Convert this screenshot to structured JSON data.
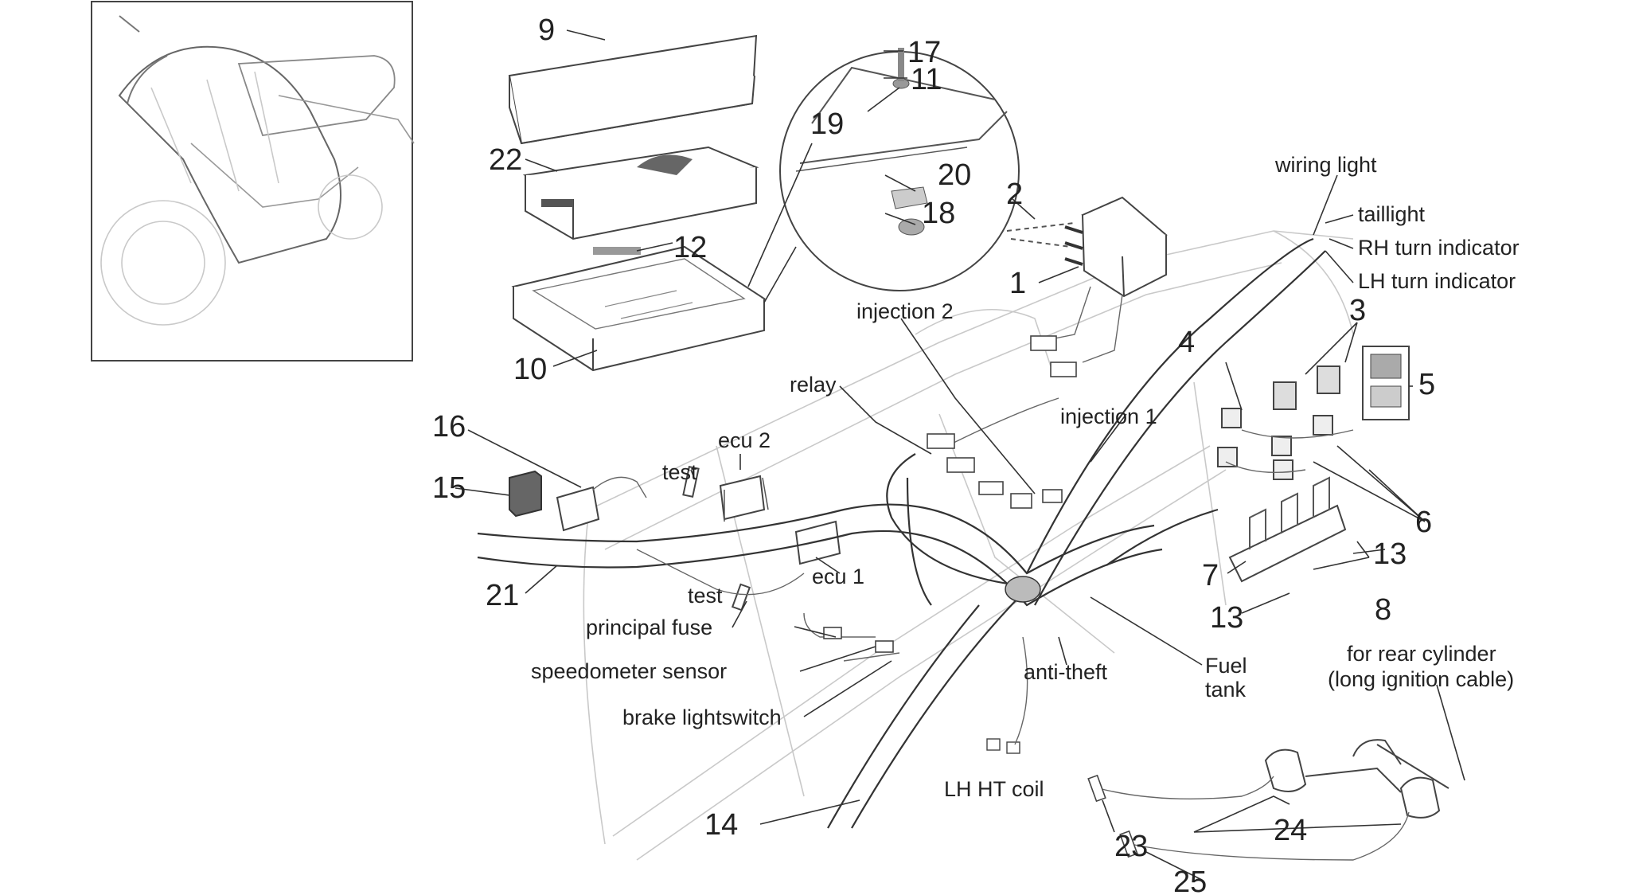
{
  "callouts": {
    "n1": "1",
    "n2": "2",
    "n3": "3",
    "n4": "4",
    "n5": "5",
    "n6": "6",
    "n7": "7",
    "n8": "8",
    "n9": "9",
    "n10": "10",
    "n11": "11",
    "n12": "12",
    "n13a": "13",
    "n13b": "13",
    "n14": "14",
    "n15": "15",
    "n16": "16",
    "n17": "17",
    "n18": "18",
    "n19": "19",
    "n20": "20",
    "n21": "21",
    "n22": "22",
    "n23": "23",
    "n24": "24",
    "n25": "25"
  },
  "labels": {
    "wiring_light": "wiring light",
    "taillight": "taillight",
    "rh_turn": "RH turn indicator",
    "lh_turn": "LH turn indicator",
    "injection2": "injection 2",
    "injection1": "injection 1",
    "relay": "relay",
    "ecu2": "ecu  2",
    "ecu1": "ecu 1",
    "test_top": "test",
    "test_bottom": "test",
    "principal_fuse": "principal fuse",
    "speedometer_sensor": "speedometer sensor",
    "brake_lightswitch": "brake lightswitch",
    "anti_theft": "anti-theft",
    "fuel": "Fuel",
    "tank": "tank",
    "lh_ht_coil": "LH HT coil",
    "rear_cyl_1": "for rear cylinder",
    "rear_cyl_2": "(long ignition cable)"
  }
}
